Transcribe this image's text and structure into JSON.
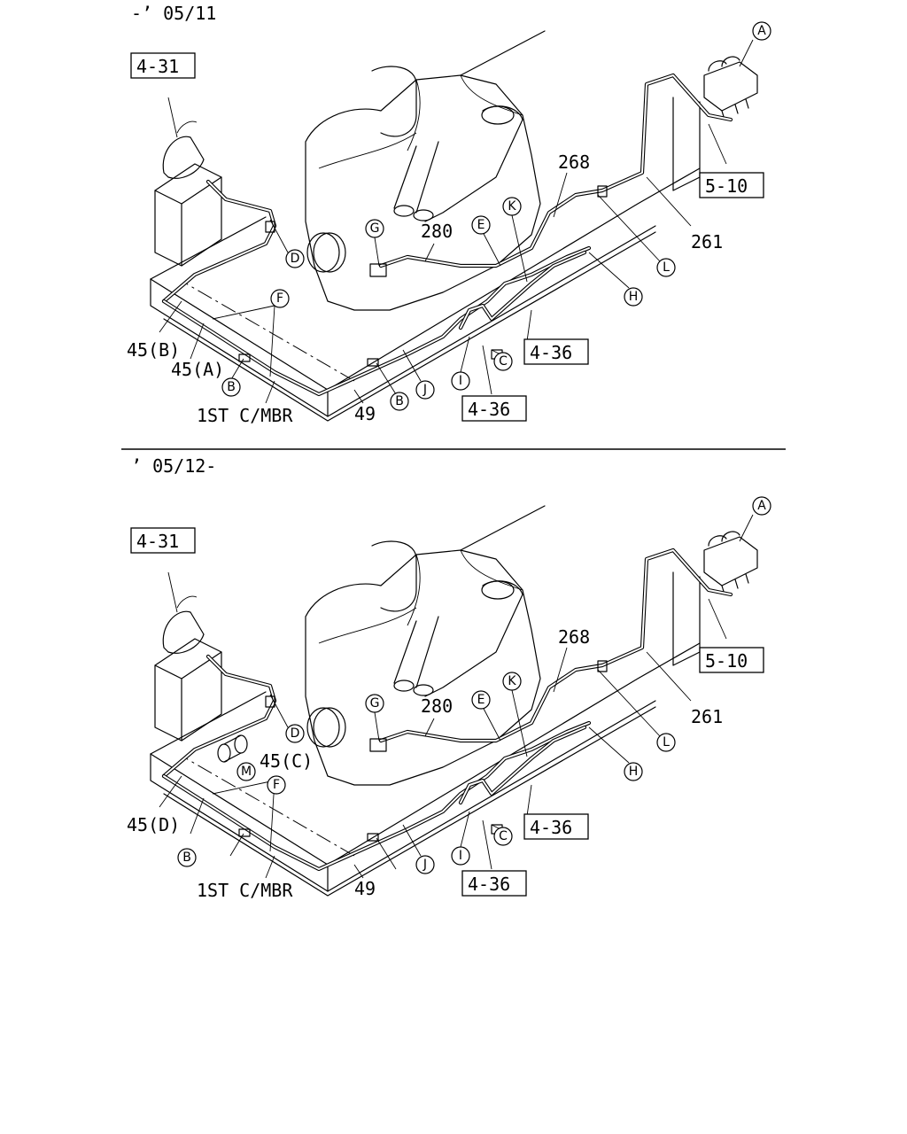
{
  "panels": [
    {
      "date_label": "-’ 05/11",
      "boxed_refs": [
        "4-31",
        "5-10",
        "4-36",
        "4-36"
      ],
      "part_numbers": [
        "268",
        "280",
        "261",
        "45(B)",
        "45(A)",
        "49"
      ],
      "callouts": [
        "A",
        "D",
        "G",
        "E",
        "K",
        "F",
        "L",
        "H",
        "C",
        "I",
        "J",
        "B",
        "B"
      ],
      "member_label": "1ST C/MBR"
    },
    {
      "date_label": "’ 05/12-",
      "boxed_refs": [
        "4-31",
        "5-10",
        "4-36",
        "4-36"
      ],
      "part_numbers": [
        "268",
        "280",
        "261",
        "45(C)",
        "45(D)",
        "49"
      ],
      "callouts": [
        "A",
        "D",
        "G",
        "E",
        "K",
        "M",
        "F",
        "L",
        "H",
        "C",
        "I",
        "J",
        "B"
      ],
      "member_label": "1ST C/MBR"
    }
  ]
}
